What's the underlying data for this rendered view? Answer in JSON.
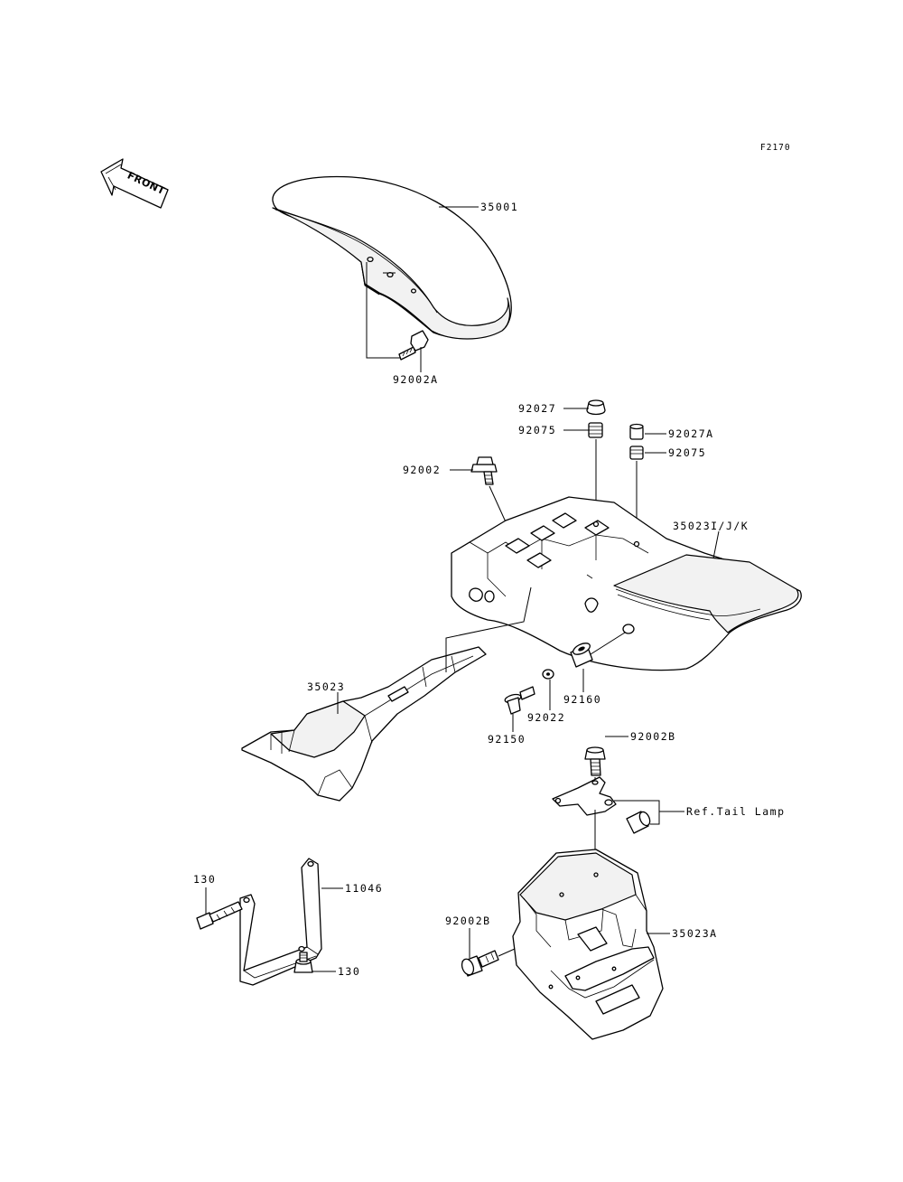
{
  "figure_code": "F2170",
  "front_label": "FRONT",
  "parts": {
    "front_fender": "35001",
    "fender_bolt": "92002A",
    "grommet_top": "92027",
    "spacer_top": "92075",
    "collar_right": "92027A",
    "spacer_right": "92075",
    "rear_bolt": "92002",
    "rear_fender": "35023I/J/K",
    "inner_fender": "35023",
    "damper": "92160",
    "washer": "92022",
    "stud": "92150",
    "bracket_bolt": "92002B",
    "tail_lamp_ref": "Ref.Tail Lamp",
    "license_bracket": "11046",
    "bolt_upper": "130",
    "bolt_lower": "130",
    "housing_bolt": "92002B",
    "rear_flap": "35023A"
  }
}
